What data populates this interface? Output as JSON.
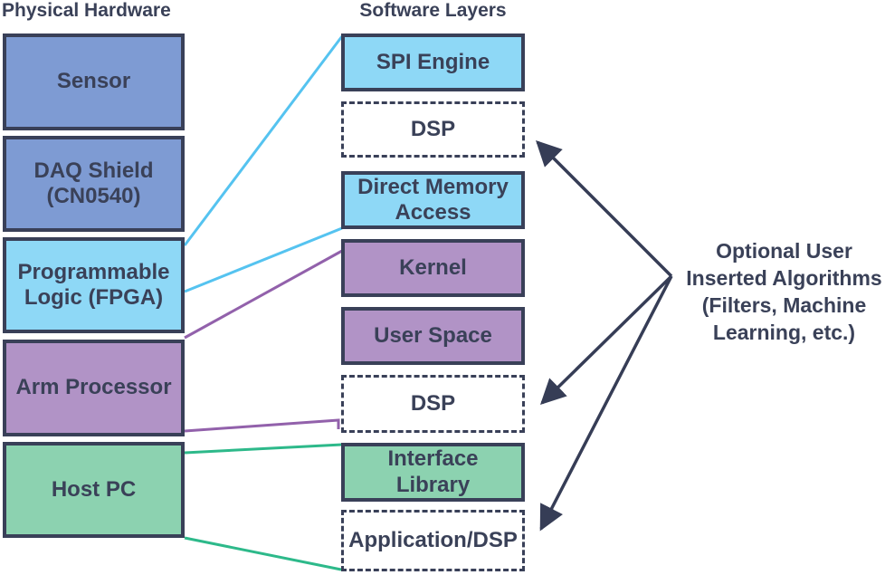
{
  "titles": {
    "hardware": "Physical Hardware",
    "software": "Software Layers"
  },
  "hardware_boxes": [
    {
      "label": "Sensor"
    },
    {
      "label": "DAQ Shield (CN0540)"
    },
    {
      "label": "Programmable Logic (FPGA)"
    },
    {
      "label": "Arm Processor"
    },
    {
      "label": "Host PC"
    }
  ],
  "software_boxes": [
    {
      "label": "SPI Engine"
    },
    {
      "label": "DSP"
    },
    {
      "label": "Direct Memory Access"
    },
    {
      "label": "Kernel"
    },
    {
      "label": "User Space"
    },
    {
      "label": "DSP"
    },
    {
      "label": "Interface Library"
    },
    {
      "label": "Application/DSP"
    }
  ],
  "annotation": {
    "text": "Optional User\nInserted Algorithms\n(Filters, Machine\nLearning, etc.)"
  },
  "colors": {
    "periwinkle": "#7E9BD3",
    "light_blue": "#8ED8F6",
    "purple": "#B193C6",
    "green": "#8CD2B0",
    "border_navy": "#394058",
    "text_navy": "#3A4158",
    "line_cyan": "#55C3F0",
    "line_purple": "#9261AB",
    "line_green": "#2DB98A",
    "arrow_navy": "#363D56"
  }
}
